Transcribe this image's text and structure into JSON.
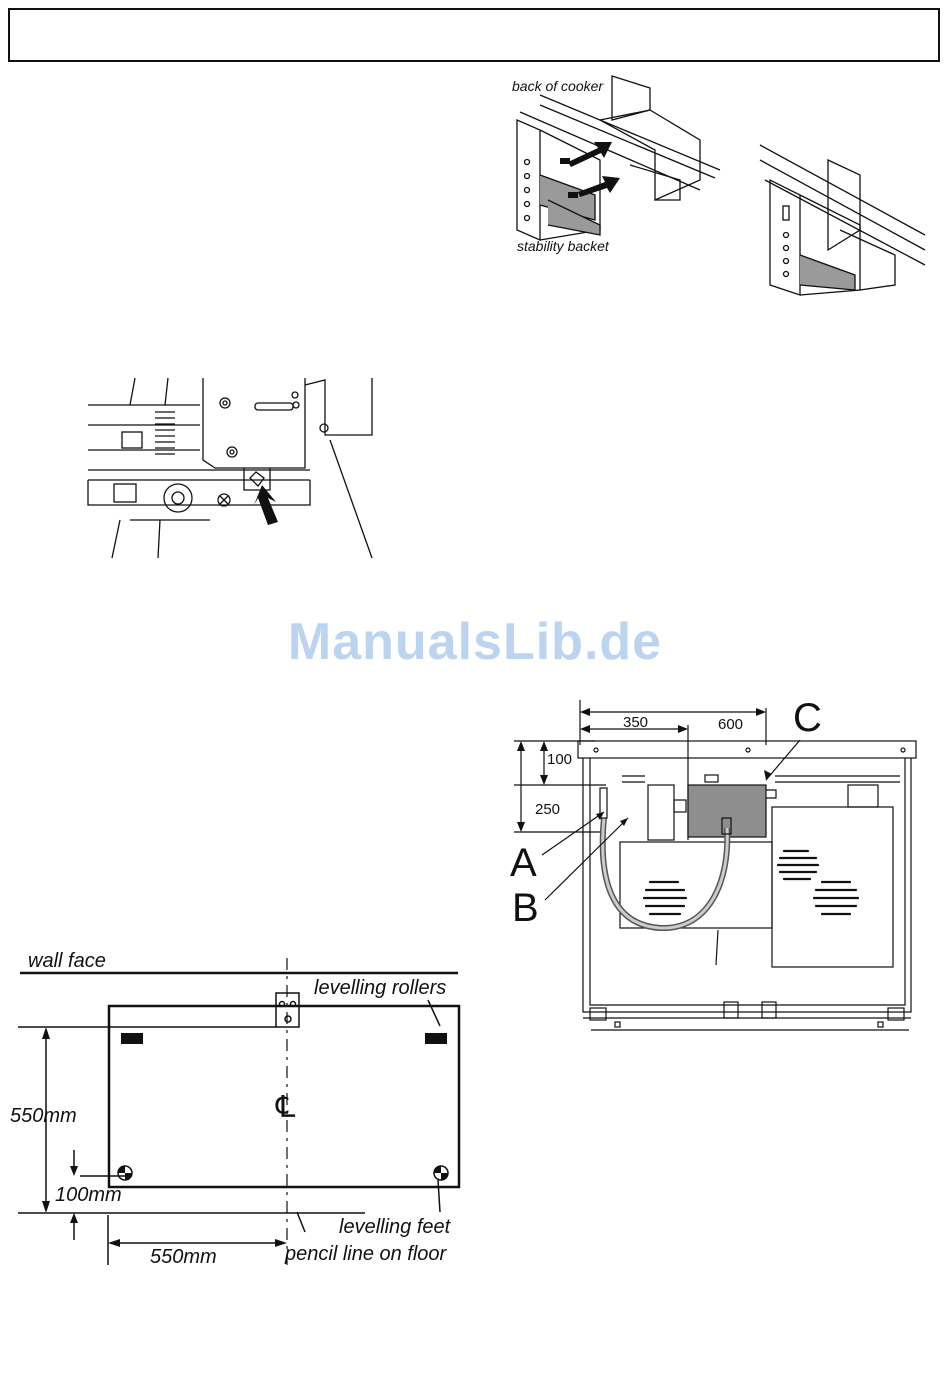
{
  "header": {
    "title": ""
  },
  "watermark": "ManualsLib.de",
  "figure_stability": {
    "back_of_cooker": "back of cooker",
    "stability_bracket": "stability backet"
  },
  "figure_floor": {
    "wall_face": "wall face",
    "levelling_rollers": "levelling rollers",
    "levelling_feet": "levelling feet",
    "pencil_line": "pencil line on floor",
    "dim_550_vertical": "550mm",
    "dim_100": "100mm",
    "dim_550_horizontal": "550mm",
    "centreline_symbol": "℄"
  },
  "figure_rear": {
    "dim_350": "350",
    "dim_600": "600",
    "dim_100": "100",
    "dim_250": "250",
    "label_a": "A",
    "label_b": "B",
    "label_c": "C"
  }
}
